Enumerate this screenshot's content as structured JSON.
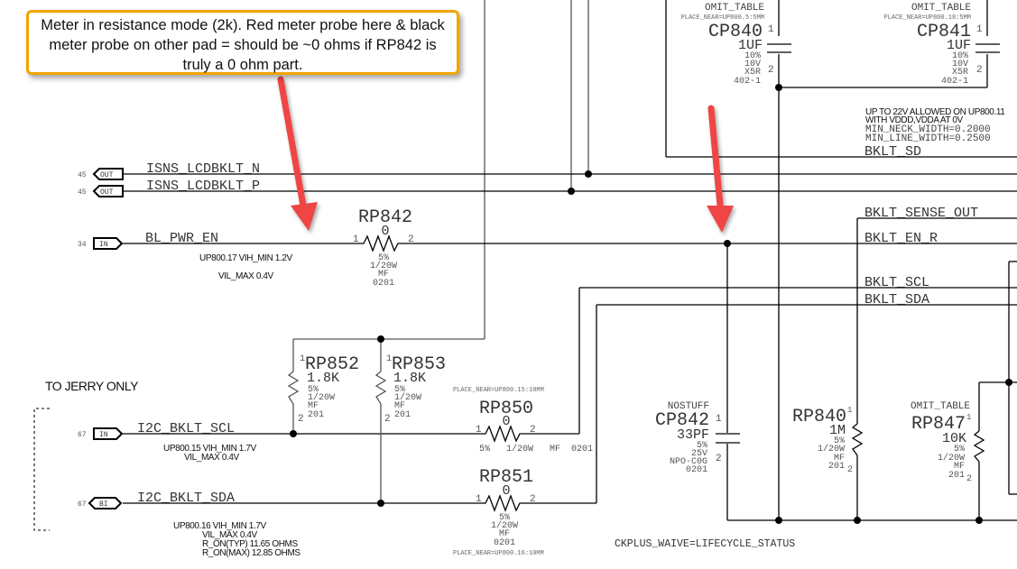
{
  "callout": {
    "text": "Meter in resistance mode (2k). Red meter probe here & black meter probe on other pad = should be ~0 ohms if RP842 is truly a 0 ohm part.",
    "border_color": "#f0a500"
  },
  "arrow_color": "#ef4444",
  "nets": {
    "isns_n": "ISNS_LCDBKLT_N",
    "isns_p": "ISNS_LCDBKLT_P",
    "bl_pwr_en": "BL_PWR_EN",
    "i2c_scl": "I2C_BKLT_SCL",
    "i2c_sda": "I2C_BKLT_SDA",
    "bklt_sd": "BKLT_SD",
    "bklt_sense_out": "BKLT_SENSE_OUT",
    "bklt_en_r": "BKLT_EN_R",
    "bklt_scl": "BKLT_SCL",
    "bklt_sda": "BKLT_SDA"
  },
  "ports": [
    {
      "page": "45",
      "type": "OUT",
      "net": "ISNS_LCDBKLT_N"
    },
    {
      "page": "45",
      "type": "OUT",
      "net": "ISNS_LCDBKLT_P"
    },
    {
      "page": "34",
      "type": "IN",
      "net": "BL_PWR_EN"
    },
    {
      "page": "67",
      "type": "IN",
      "net": "I2C_BKLT_SCL"
    },
    {
      "page": "67",
      "type": "BI",
      "net": "I2C_BKLT_SDA"
    }
  ],
  "notes": {
    "bl_pwr_en_1": "UP800.17 VIH_MIN 1.2V",
    "bl_pwr_en_2": "VIL_MAX 0.4V",
    "scl_1": "UP800.15 VIH_MIN 1.7V",
    "scl_2": "VIL_MAX 0.4V",
    "sda_1": "UP800.16 VIH_MIN 1.7V",
    "sda_2": "VIL_MAX 0.4V",
    "sda_3": "R_ON(TYP) 11.65 OHMS",
    "sda_4": "R_ON(MAX) 12.85 OHMS",
    "to_jerry": "TO JERRY ONLY",
    "up_to_22v_1": "UP TO 22V ALLOWED ON UP800.11",
    "up_to_22v_2": "WITH VDDD,VDDA AT 0V",
    "min_neck": "MIN_NECK_WIDTH=0.2000",
    "min_line": "MIN_LINE_WIDTH=0.2500",
    "ckplus": "CKPLUS_WAIVE=LIFECYCLE_STATUS"
  },
  "components": {
    "cp840": {
      "tag": "OMIT_TABLE",
      "place": "PLACE_NEAR=UP800.5:5MM",
      "ref": "CP840",
      "value": "1UF",
      "specs": [
        "10%",
        "10V",
        "X5R",
        "402-1"
      ],
      "pin1": "1",
      "pin2": "2"
    },
    "cp841": {
      "tag": "OMIT_TABLE",
      "place": "PLACE_NEAR=UP800.18:5MM",
      "ref": "CP841",
      "value": "1UF",
      "specs": [
        "10%",
        "10V",
        "X5R",
        "402-1"
      ],
      "pin1": "1",
      "pin2": "2"
    },
    "rp842": {
      "ref": "RP842",
      "value": "0",
      "specs": [
        "5%",
        "1/20W",
        "MF",
        "0201"
      ],
      "pin1": "1",
      "pin2": "2"
    },
    "rp852": {
      "ref": "RP852",
      "value": "1.8K",
      "specs": [
        "5%",
        "1/20W",
        "MF",
        "201"
      ],
      "pin1": "1",
      "pin2": "2"
    },
    "rp853": {
      "ref": "RP853",
      "value": "1.8K",
      "specs": [
        "5%",
        "1/20W",
        "MF",
        "201"
      ],
      "pin1": "1",
      "pin2": "2"
    },
    "rp850": {
      "place": "PLACE_NEAR=UP800.15:10MM",
      "ref": "RP850",
      "value": "0",
      "specs_line": "5%   1/20W   MF  0201",
      "pin1": "1",
      "pin2": "2"
    },
    "rp851": {
      "place": "PLACE_NEAR=UP800.16:10MM",
      "ref": "RP851",
      "value": "0",
      "specs": [
        "5%",
        "1/20W",
        "MF",
        "0201"
      ],
      "pin1": "1",
      "pin2": "2"
    },
    "cp842": {
      "tag": "NOSTUFF",
      "ref": "CP842",
      "value": "33PF",
      "specs": [
        "5%",
        "25V",
        "NPO-C0G",
        "0201"
      ],
      "pin1": "1",
      "pin2": "2"
    },
    "rp840": {
      "ref": "RP840",
      "value": "1M",
      "specs": [
        "5%",
        "1/20W",
        "MF",
        "201"
      ],
      "pin1": "1",
      "pin2": "2"
    },
    "rp847": {
      "tag": "OMIT_TABLE",
      "ref": "RP847",
      "value": "10K",
      "specs": [
        "5%",
        "1/20W",
        "MF",
        "201"
      ],
      "pin1": "1",
      "pin2": "2"
    }
  }
}
